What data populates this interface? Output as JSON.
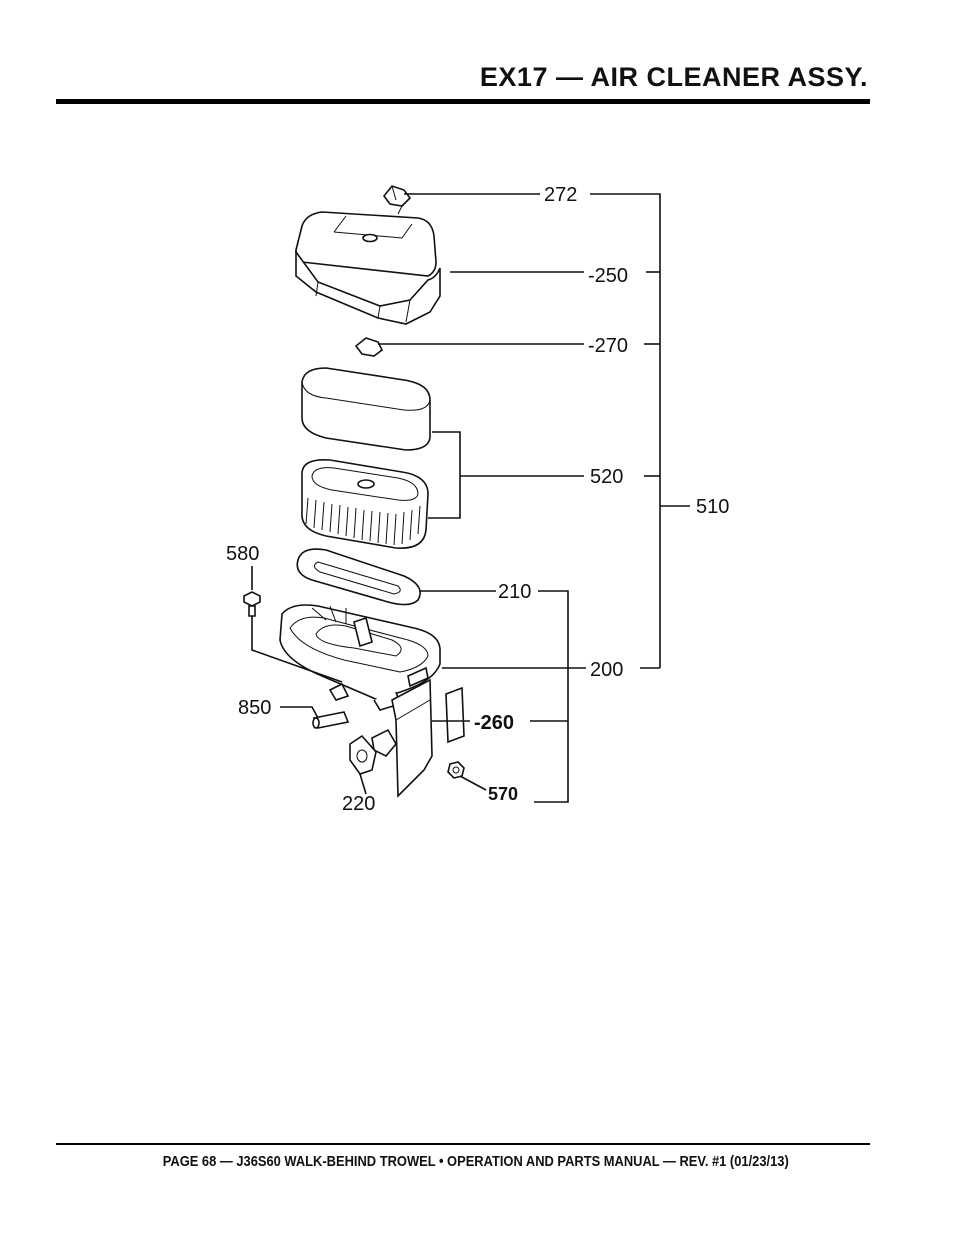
{
  "header": {
    "title": "EX17 — AIR CLEANER ASSY."
  },
  "footer": {
    "text": "PAGE 68 — J36S60 WALK-BEHIND TROWEL • OPERATION AND PARTS MANUAL — REV. #1 (01/23/13)"
  },
  "callouts": {
    "c272": "272",
    "c250": "-250",
    "c270": "-270",
    "c520": "520",
    "c510": "510",
    "c580": "580",
    "c210": "210",
    "c200": "200",
    "c850": "850",
    "c260": "-260",
    "c220": "220",
    "c570": "570"
  }
}
